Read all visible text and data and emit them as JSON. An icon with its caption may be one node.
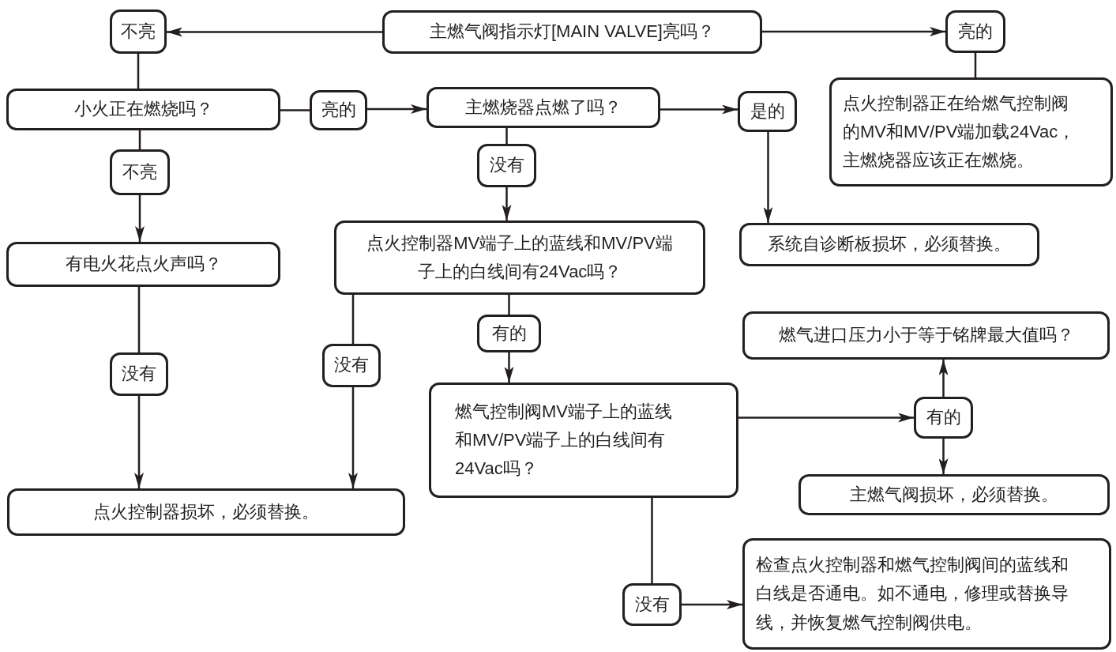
{
  "diagram": {
    "nodes": [
      {
        "text": [
          "主燃气阀指示灯[MAIN VALVE]亮吗？"
        ]
      },
      {
        "text": [
          "不亮"
        ]
      },
      {
        "text": [
          "亮的"
        ]
      },
      {
        "text": [
          "小火正在燃烧吗？"
        ]
      },
      {
        "text": [
          "亮的"
        ]
      },
      {
        "text": [
          "主燃烧器点燃了吗？"
        ]
      },
      {
        "text": [
          "是的"
        ]
      },
      {
        "text": [
          "点火控制器正在给燃气控制阀的MV和MV/PV端加载24Vac，主燃烧器应该正在燃烧。"
        ]
      },
      {
        "text": [
          "不亮"
        ]
      },
      {
        "text": [
          "没有"
        ]
      },
      {
        "text": [
          "有电火花点火声吗？"
        ]
      },
      {
        "text": [
          "点火控制器MV端子上的蓝线和MV/PV端子上的白线间有24Vac吗？"
        ]
      },
      {
        "text": [
          "系统自诊断板损坏，必须替换。"
        ]
      },
      {
        "text": [
          "有的"
        ]
      },
      {
        "text": [
          "没有"
        ]
      },
      {
        "text": [
          "没有"
        ]
      },
      {
        "text": [
          "燃气进口压力小于等于铭牌最大值吗？"
        ]
      },
      {
        "text": [
          "燃气控制阀MV端子上的蓝线和MV/PV端子上的白线间有24Vac吗？"
        ]
      },
      {
        "text": [
          "有的"
        ]
      },
      {
        "text": [
          "主燃气阀损坏，必须替换。"
        ]
      },
      {
        "text": [
          "点火控制器损坏，必须替换。"
        ]
      },
      {
        "text": [
          "没有"
        ]
      },
      {
        "text": [
          "检查点火控制器和燃气控制阀间的蓝线和白线是否通电。如不通电，修理或替换导线，并恢复燃气控制阀供电。"
        ]
      }
    ],
    "edges": [
      {
        "from": 0,
        "to": 1,
        "arrow": "to"
      },
      {
        "from": 0,
        "to": 2,
        "arrow": "to"
      },
      {
        "from": 1,
        "to": 3,
        "arrow": "none"
      },
      {
        "from": 2,
        "to": 7,
        "arrow": "none"
      },
      {
        "from": 3,
        "to": 4,
        "arrow": "none"
      },
      {
        "from": 4,
        "to": 5,
        "arrow": "to"
      },
      {
        "from": 5,
        "to": 6,
        "arrow": "to"
      },
      {
        "from": 6,
        "to": 12,
        "arrow": "to"
      },
      {
        "from": 5,
        "to": 9,
        "arrow": "none"
      },
      {
        "from": 9,
        "to": 11,
        "arrow": "to"
      },
      {
        "from": 3,
        "to": 8,
        "arrow": "none"
      },
      {
        "from": 8,
        "to": 10,
        "arrow": "to"
      },
      {
        "from": 10,
        "to": 14,
        "arrow": "none"
      },
      {
        "from": 14,
        "to": 20,
        "arrow": "to"
      },
      {
        "from": 11,
        "to": 15,
        "arrow": "none"
      },
      {
        "from": 15,
        "to": 20,
        "arrow": "to"
      },
      {
        "from": 11,
        "to": 13,
        "arrow": "none"
      },
      {
        "from": 13,
        "to": 17,
        "arrow": "to"
      },
      {
        "from": 17,
        "to": 18,
        "arrow": "to"
      },
      {
        "from": 18,
        "to": 16,
        "arrow": "to"
      },
      {
        "from": 18,
        "to": 19,
        "arrow": "to"
      },
      {
        "from": 17,
        "to": 21,
        "arrow": "none"
      },
      {
        "from": 21,
        "to": 22,
        "arrow": "to"
      }
    ]
  }
}
